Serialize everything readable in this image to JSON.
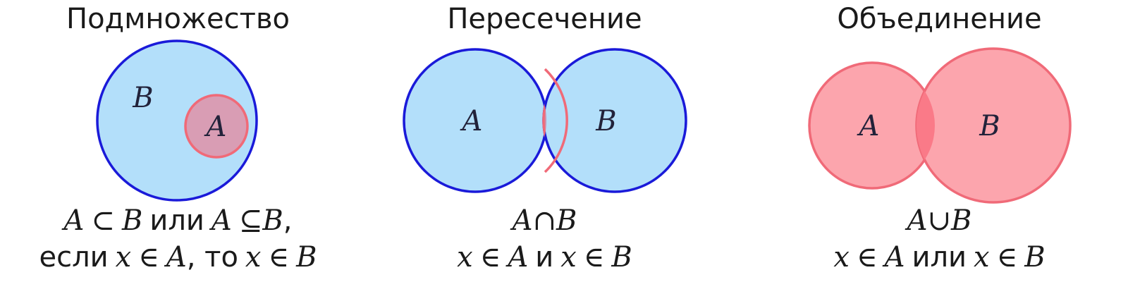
{
  "panels": [
    {
      "title": "Подмножество",
      "labels": {
        "outer": "B",
        "inner": "A"
      },
      "caption1": {
        "a": "A",
        "op1": "⊂",
        "b": "B",
        "word": "или",
        "a2": "A",
        "op2": "⊆",
        "b2": "B",
        "end": ","
      },
      "caption2": {
        "w1": "если",
        "x1": "x",
        "el1": "∈",
        "s1": "A",
        "w2": ", то",
        "x2": "x",
        "el2": "∈",
        "s2": "B"
      }
    },
    {
      "title": "Пересечение",
      "labels": {
        "left": "A",
        "right": "B"
      },
      "caption1": {
        "a": "A",
        "op": "∩",
        "b": "B"
      },
      "caption2": {
        "x1": "x",
        "el1": "∈",
        "s1": "A",
        "word": "и",
        "x2": "x",
        "el2": "∈",
        "s2": "B"
      }
    },
    {
      "title": "Объединение",
      "labels": {
        "left": "A",
        "right": "B"
      },
      "caption1": {
        "a": "A",
        "op": "∪",
        "b": "B"
      },
      "caption2": {
        "x1": "x",
        "el1": "∈",
        "s1": "A",
        "word": "или",
        "x2": "x",
        "el2": "∈",
        "s2": "B"
      }
    }
  ],
  "colors": {
    "blue_fill": "#b3dffa",
    "blue_stroke": "#1a1ad9",
    "pink_fill": "#fca5ad",
    "pink_stroke": "#f06a78",
    "overlap_fill": "#cc91ad",
    "union_overlap": "#fa7a88"
  }
}
